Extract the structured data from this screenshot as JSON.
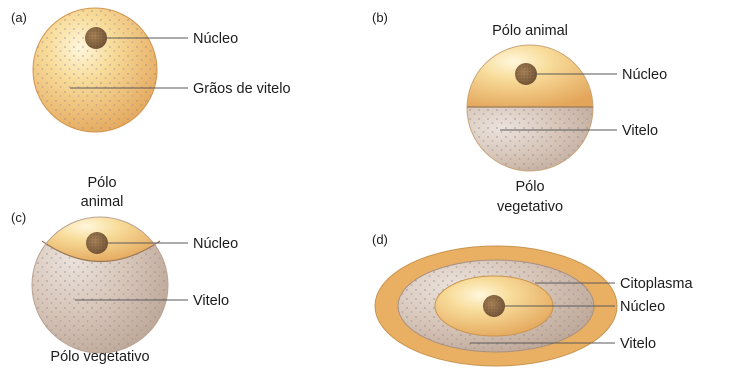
{
  "panels": {
    "a": {
      "tag": "(a)",
      "labels": {
        "nucleus": "Núcleo",
        "yolk_grains": "Grãos de vitelo"
      }
    },
    "b": {
      "tag": "(b)",
      "labels": {
        "animal_pole": "Pólo animal",
        "nucleus": "Núcleo",
        "yolk": "Vitelo",
        "vegetal_pole_line1": "Pólo",
        "vegetal_pole_line2": "vegetativo"
      }
    },
    "c": {
      "tag": "(c)",
      "labels": {
        "animal_pole_line1": "Pólo",
        "animal_pole_line2": "animal",
        "nucleus": "Núcleo",
        "yolk": "Vitelo",
        "vegetal_pole": "Pólo vegetativo"
      }
    },
    "d": {
      "tag": "(d)",
      "labels": {
        "cytoplasm": "Citoplasma",
        "nucleus": "Núcleo",
        "yolk": "Vitelo"
      }
    }
  },
  "colors": {
    "cytoplasm": "#eab366",
    "cytoplasm_light": "#fbe8b2",
    "yolk": "#d4c0b2",
    "yolk_dark": "#b6a08e",
    "nucleus": "#8c6a46",
    "leader_line": "#5a5a5a"
  }
}
